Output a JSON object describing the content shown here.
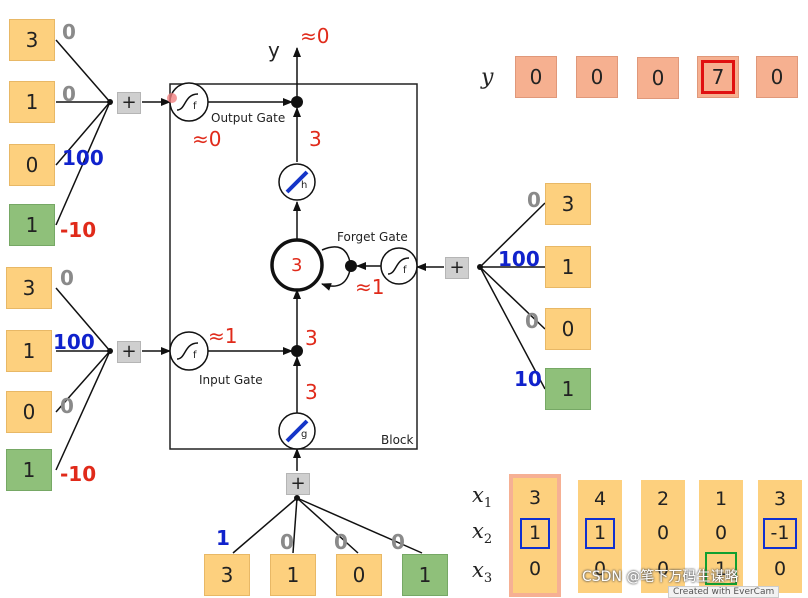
{
  "inputs": {
    "output_gate": {
      "values": [
        "3",
        "1",
        "0",
        "1"
      ],
      "weights": [
        "0",
        "0",
        "100",
        "-10"
      ],
      "weight_colors": [
        "#8a8a8a",
        "#8a8a8a",
        "#1022cc",
        "#e02a1a"
      ]
    },
    "input_gate": {
      "values": [
        "3",
        "1",
        "0",
        "1"
      ],
      "weights": [
        "0",
        "100",
        "0",
        "-10"
      ],
      "weight_colors": [
        "#8a8a8a",
        "#1022cc",
        "#8a8a8a",
        "#e02a1a"
      ]
    },
    "forget_gate": {
      "values": [
        "3",
        "1",
        "0",
        "1"
      ],
      "weights": [
        "0",
        "100",
        "0",
        "10"
      ],
      "weight_colors": [
        "#8a8a8a",
        "#1022cc",
        "#8a8a8a",
        "#1022cc"
      ]
    },
    "cell_input": {
      "values": [
        "3",
        "1",
        "0",
        "1"
      ],
      "weights": [
        "1",
        "0",
        "0",
        "0"
      ],
      "weight_colors": [
        "#1022cc",
        "#8a8a8a",
        "#8a8a8a",
        "#8a8a8a"
      ]
    }
  },
  "plus_symbol": "+",
  "block": {
    "label": "Block",
    "output_gate_label": "Output Gate",
    "input_gate_label": "Input Gate",
    "forget_gate_label": "Forget Gate",
    "cell_value": "3",
    "output_gate_value": "≈0",
    "input_gate_value": "≈1",
    "forget_gate_value": "≈1",
    "g_output": "3",
    "mult_output": "3",
    "h_output": "3",
    "y_label": "y",
    "y_value": "≈0",
    "f_symbol": "f",
    "g_symbol": "g",
    "h_symbol": "h"
  },
  "sequence": {
    "y_label": "y",
    "y_values": [
      "0",
      "0",
      "0",
      "7",
      "0"
    ],
    "y_highlight_index": 3,
    "x_labels": [
      "x",
      "x",
      "x"
    ],
    "x_subs": [
      "1",
      "2",
      "3"
    ],
    "columns": [
      {
        "x1": "3",
        "x2": "1",
        "x3": "0"
      },
      {
        "x1": "4",
        "x2": "1",
        "x3": "0"
      },
      {
        "x1": "2",
        "x2": "0",
        "x3": "0"
      },
      {
        "x1": "1",
        "x2": "0",
        "x3": "1"
      },
      {
        "x1": "3",
        "x2": "-1",
        "x3": "0"
      }
    ]
  },
  "watermark": "CSDN @笔下万码生谋略",
  "evercam": "Created with EverCam"
}
